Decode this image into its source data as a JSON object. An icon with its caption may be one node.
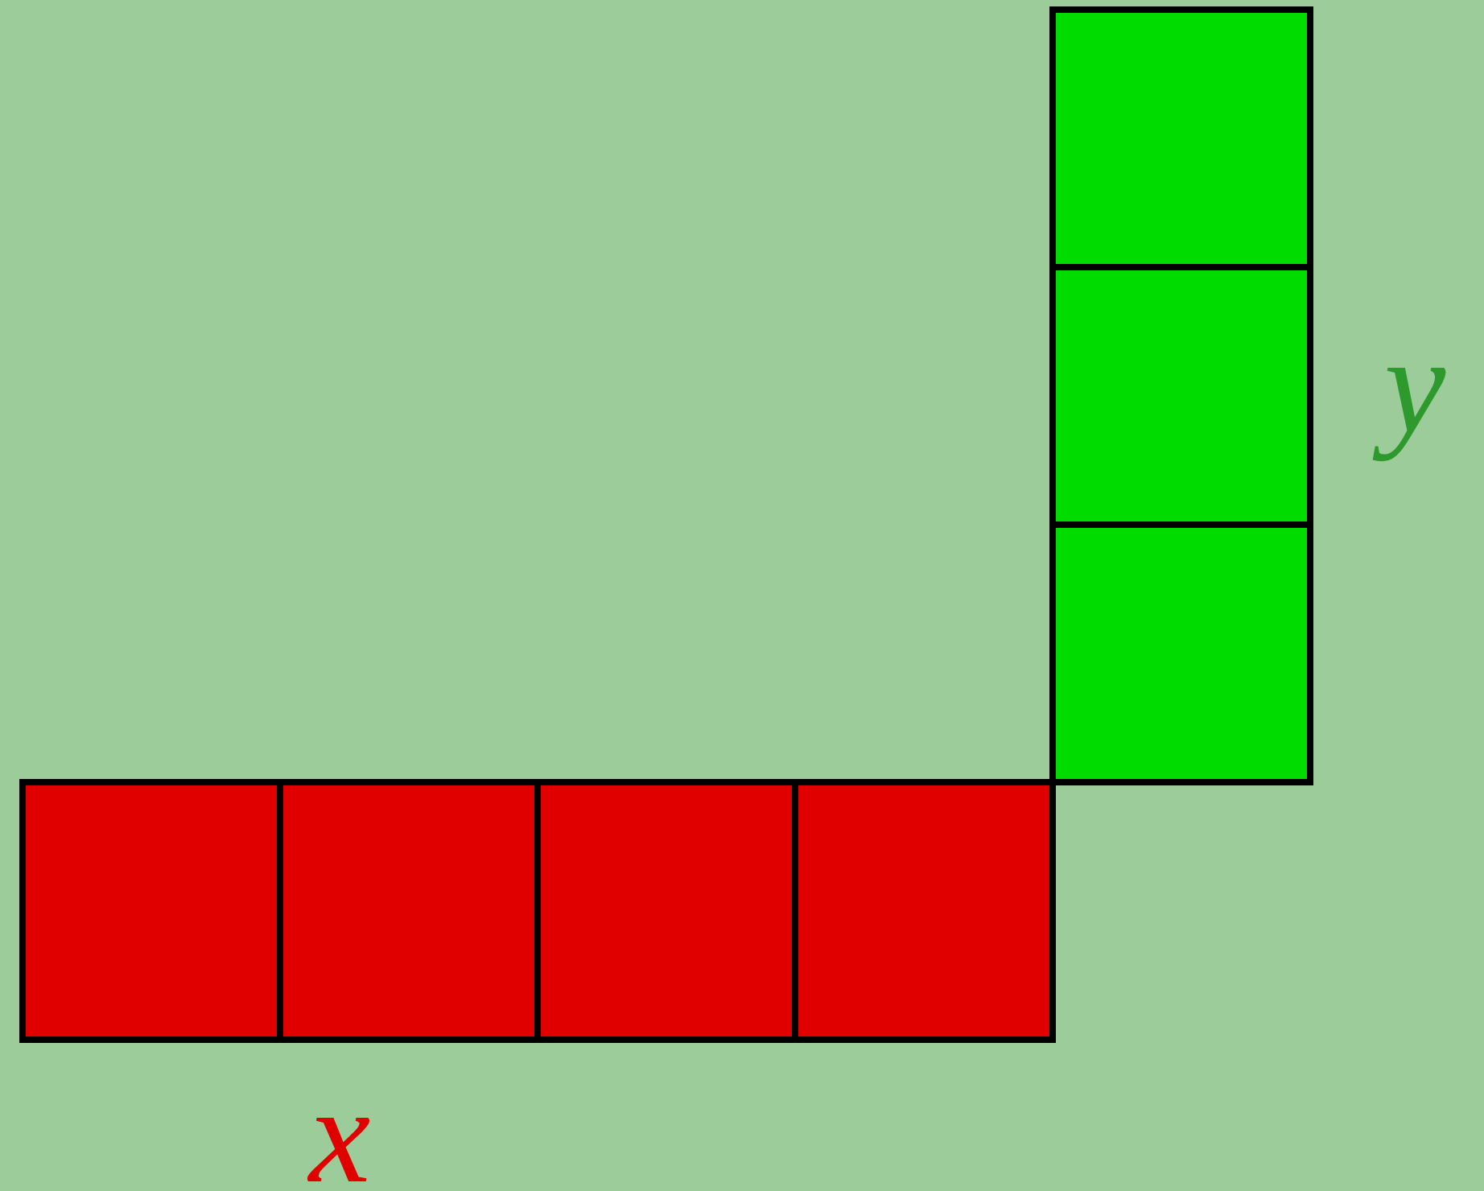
{
  "diagram": {
    "nodes": [
      {
        "text": [],
        "shape": "box"
      },
      {
        "text": [],
        "shape": "box"
      },
      {
        "text": [],
        "shape": "box"
      },
      {
        "text": [],
        "shape": "box"
      },
      {
        "text": [],
        "shape": "box"
      },
      {
        "text": [],
        "shape": "box"
      },
      {
        "text": [],
        "shape": "box"
      }
    ],
    "labels": [
      "y",
      "x"
    ]
  }
}
